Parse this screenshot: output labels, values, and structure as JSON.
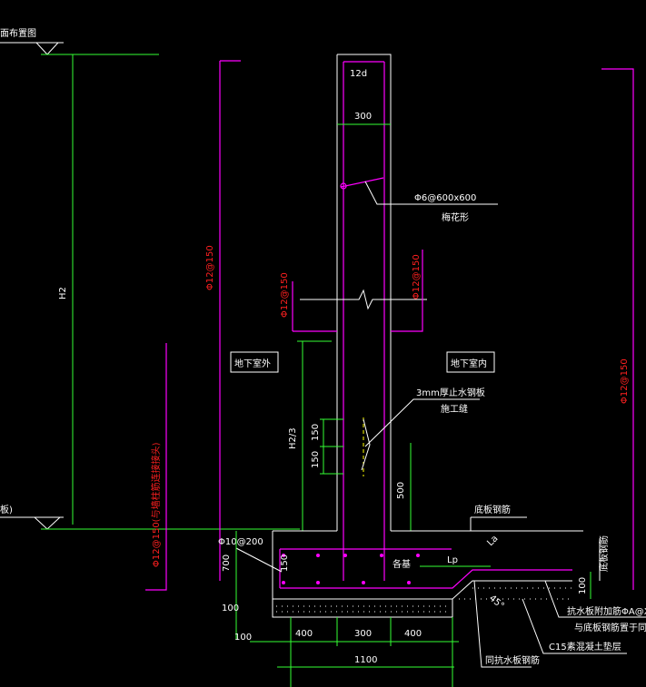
{
  "labels": {
    "top_left_label": "面布置图",
    "bottom_left_label": "板)",
    "h2": "H2",
    "h2_3": "H2/3",
    "twelve_d": "12d",
    "width_300": "300",
    "tie_bar": "Φ6@600x600",
    "tie_bar_sub": "梅花形",
    "bar_left_vert": "Φ12@150",
    "bar_right_vert": "Φ12@150",
    "bar_far_left": "Φ12@150",
    "bar_far_right": "Φ12@150",
    "bar_far_left_2": "Φ12@150(与墙柱筋连接接头)",
    "exterior": "地下室外",
    "interior": "地下室内",
    "waterstop": "3mm厚止水钢板",
    "construction_joint": "施工缝",
    "dim_150_a": "150",
    "dim_150_b": "150",
    "dim_500": "500",
    "bottom_slab_rebar": "底板钢筋",
    "phi10": "Φ10@200",
    "dim_700": "700",
    "dim_150_c": "150",
    "same_as": "各基",
    "lp": "Lp",
    "la": "La",
    "slab_rebar_right": "底板钢筋",
    "dim_100_right": "100",
    "waterproof_add": "抗水板附加筋ΦA@X",
    "waterproof_add_2": "与底板钢筋置于同一排",
    "c15": "C15素混凝土垫层",
    "dim_45": "45°",
    "anti_water": "同抗水板钢筋",
    "dim_100_a": "100",
    "dim_100_b": "100",
    "dim_400_a": "400",
    "dim_300_b": "300",
    "dim_400_b": "400",
    "dim_1100": "1100"
  },
  "colors": {
    "background": "#000000",
    "outline": "#ffffff",
    "dimension": "#33ff33",
    "rebar": "#ff00ff",
    "note_red": "#ff2020",
    "accent_yellow": "#ffff00"
  }
}
